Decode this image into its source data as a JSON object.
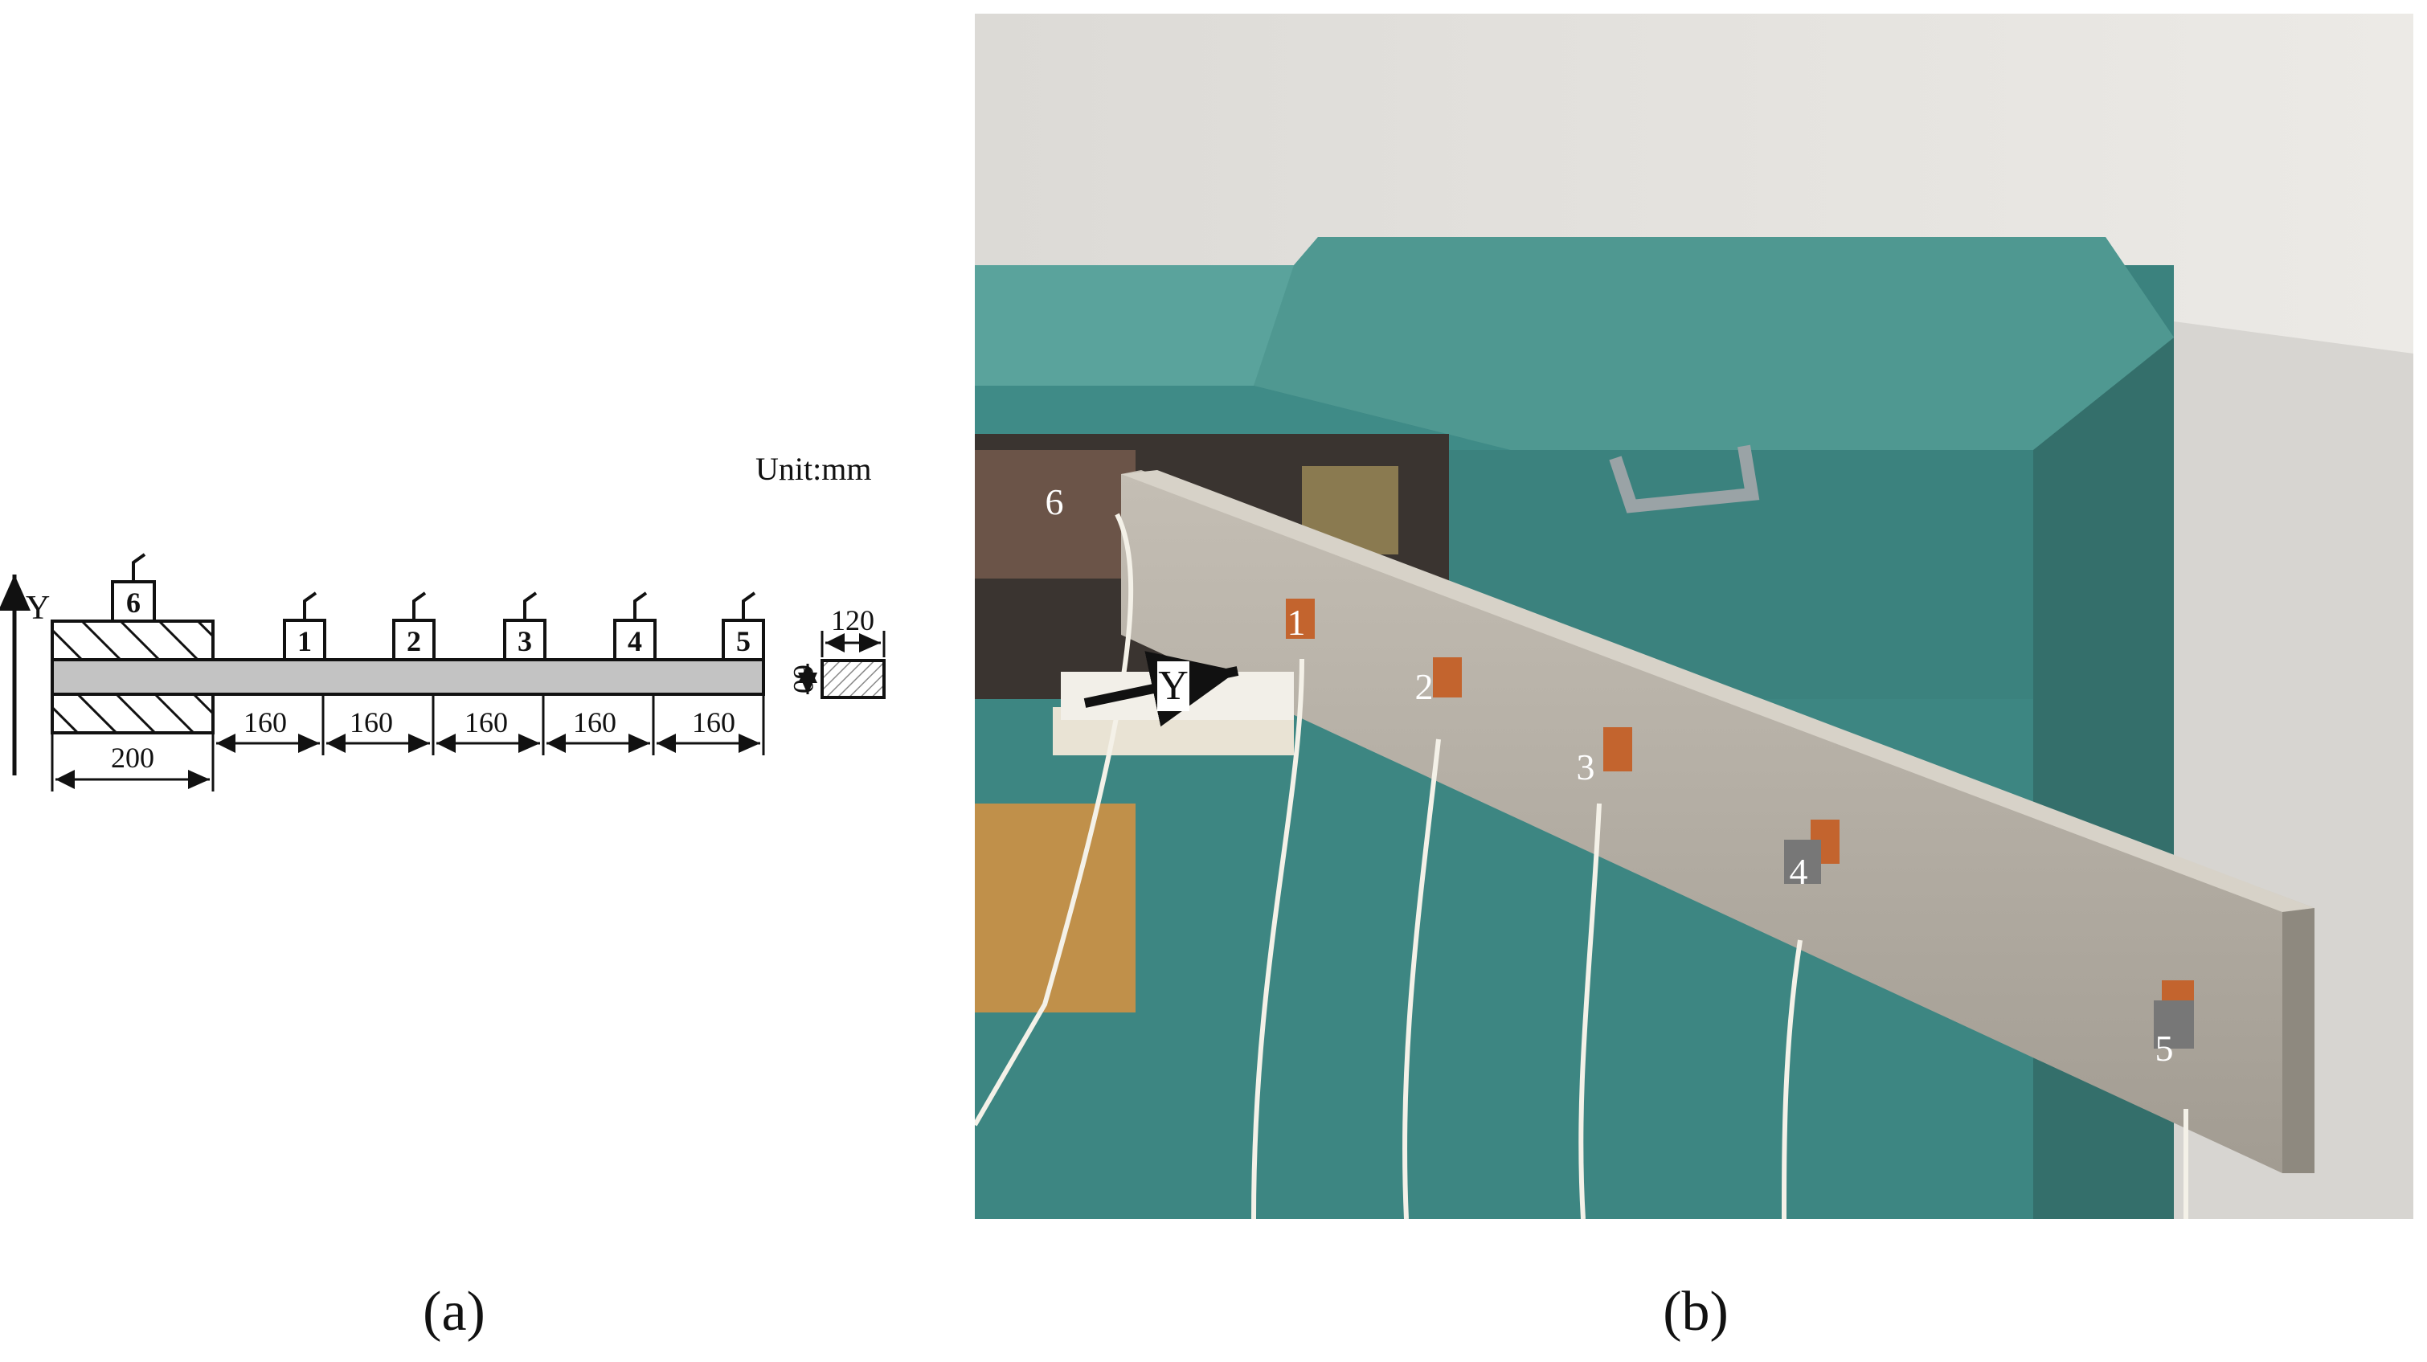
{
  "diagram": {
    "unit_label": "Unit:mm",
    "axis_label": "Y",
    "sensor_labels": [
      "6",
      "1",
      "2",
      "3",
      "4",
      "5"
    ],
    "segment_dims": [
      "160",
      "160",
      "160",
      "160",
      "160"
    ],
    "clamp_length": "200",
    "section_width": "120",
    "section_height": "60"
  },
  "photo": {
    "sensor_labels": [
      "6",
      "1",
      "2",
      "3",
      "4",
      "5"
    ],
    "direction_label": "Y",
    "colors": {
      "wall": "#e8e6e2",
      "machine": "#3f8b87",
      "machine_top": "#5aa39c",
      "beam": "#b8b2a8",
      "floor": "#2f6f6b"
    }
  },
  "captions": {
    "left": "(a)",
    "right": "(b)"
  }
}
